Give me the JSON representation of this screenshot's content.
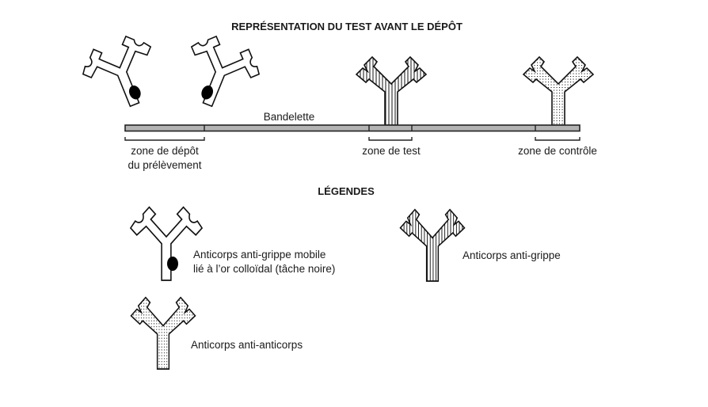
{
  "title": "REPRÉSENTATION DU TEST AVANT LE DÉPÔT",
  "strip": {
    "label": "Bandelette",
    "color": "#b3b3b3",
    "zones": [
      {
        "id": "depot",
        "label_lines": [
          "zone de dépôt",
          "du prélèvement"
        ]
      },
      {
        "id": "test",
        "label_lines": [
          "zone de test"
        ]
      },
      {
        "id": "controle",
        "label_lines": [
          "zone de contrôle"
        ]
      }
    ]
  },
  "diagram_antibodies": [
    {
      "type": "mobile",
      "zone": "depot",
      "count": 2
    },
    {
      "type": "anti-grippe",
      "zone": "test",
      "count": 1
    },
    {
      "type": "anti-anticorps",
      "zone": "controle",
      "count": 1
    }
  ],
  "legend": {
    "title": "LÉGENDES",
    "items": [
      {
        "type": "mobile",
        "icon": "antibody-gold-labeled-icon",
        "lines": [
          "Anticorps anti-grippe mobile",
          "lié à l’or colloïdal (tâche noire)"
        ]
      },
      {
        "type": "anti-grippe",
        "icon": "antibody-striped-icon",
        "lines": [
          "Anticorps anti-grippe"
        ]
      },
      {
        "type": "anti-anticorps",
        "icon": "antibody-dotted-icon",
        "lines": [
          "Anticorps anti-anticorps"
        ]
      }
    ]
  }
}
